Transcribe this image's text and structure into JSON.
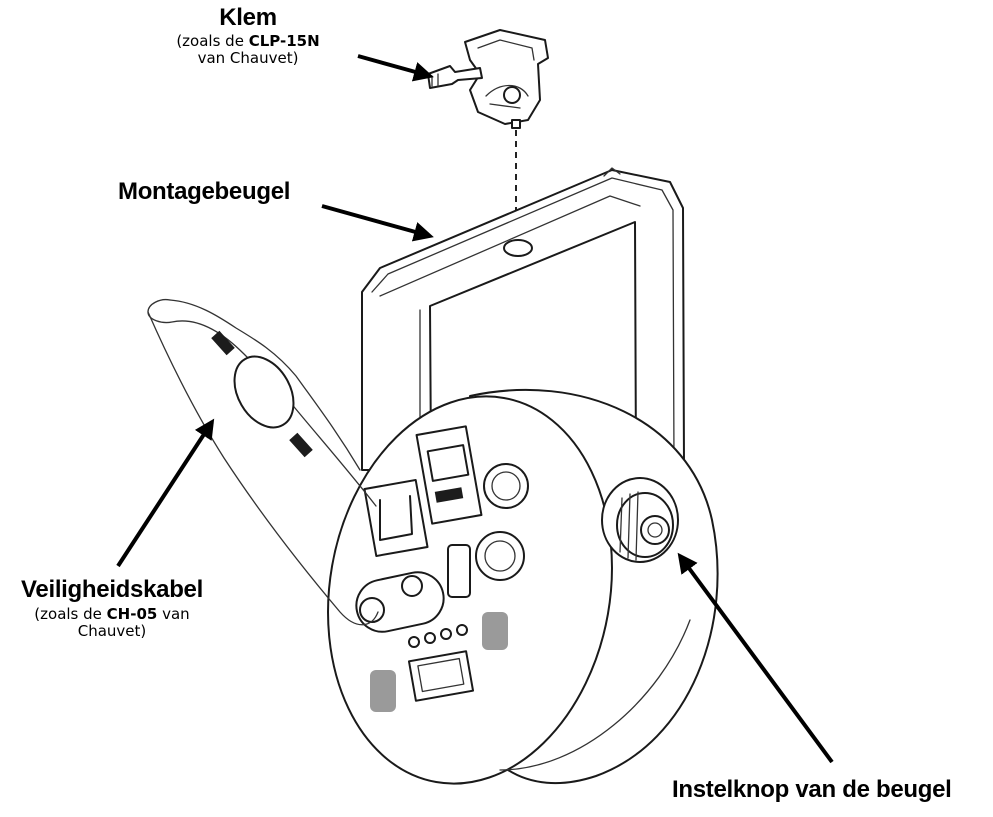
{
  "labels": {
    "clamp": {
      "title": "Klem",
      "line1_prefix": "(zoals de ",
      "line1_model": "CLP-15N",
      "line2": "van Chauvet)"
    },
    "bracket": {
      "title": "Montagebeugel"
    },
    "safety_cable": {
      "title": "Veiligheidskabel",
      "line1_prefix": "(zoals de ",
      "line1_model": "CH-05",
      "line1_suffix": " van",
      "line2": "Chauvet)"
    },
    "knob": {
      "title": "Instelknop van de beugel"
    }
  },
  "colors": {
    "ink": "#1a1a1a",
    "background": "#ffffff"
  }
}
